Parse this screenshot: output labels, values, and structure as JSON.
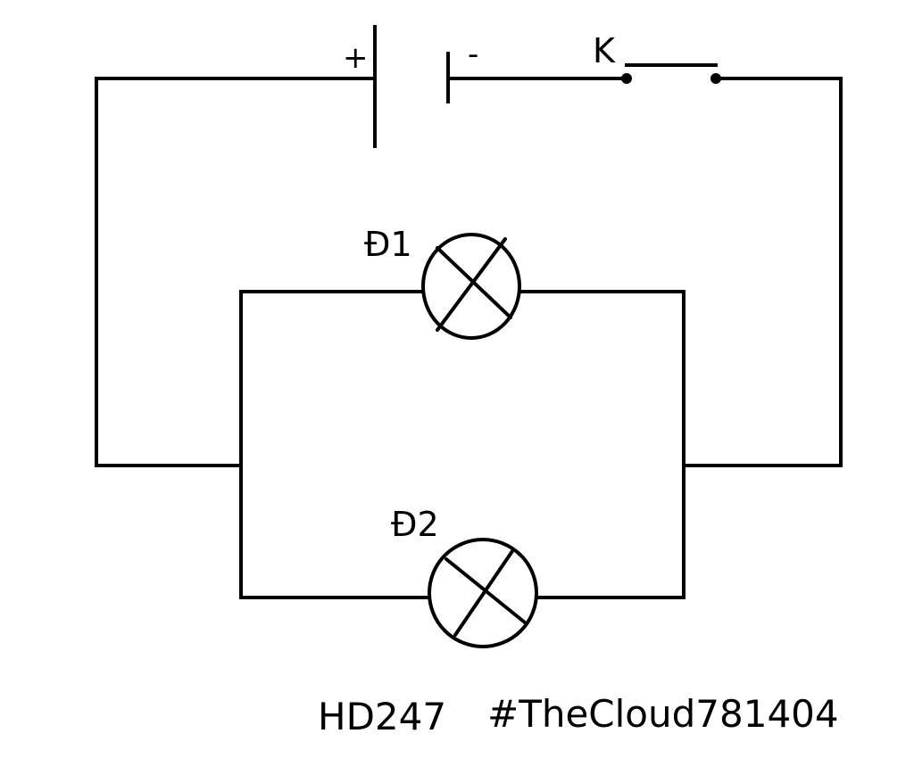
{
  "battery": {
    "positive_label": "+",
    "negative_label": "-"
  },
  "switch": {
    "label": "K"
  },
  "lamps": [
    {
      "label": "Đ1"
    },
    {
      "label": "Đ2"
    }
  ],
  "footer": {
    "left_text": "HD247",
    "right_text": "#TheCloud781404"
  },
  "colors": {
    "ink": "#000000",
    "background": "#ffffff"
  }
}
